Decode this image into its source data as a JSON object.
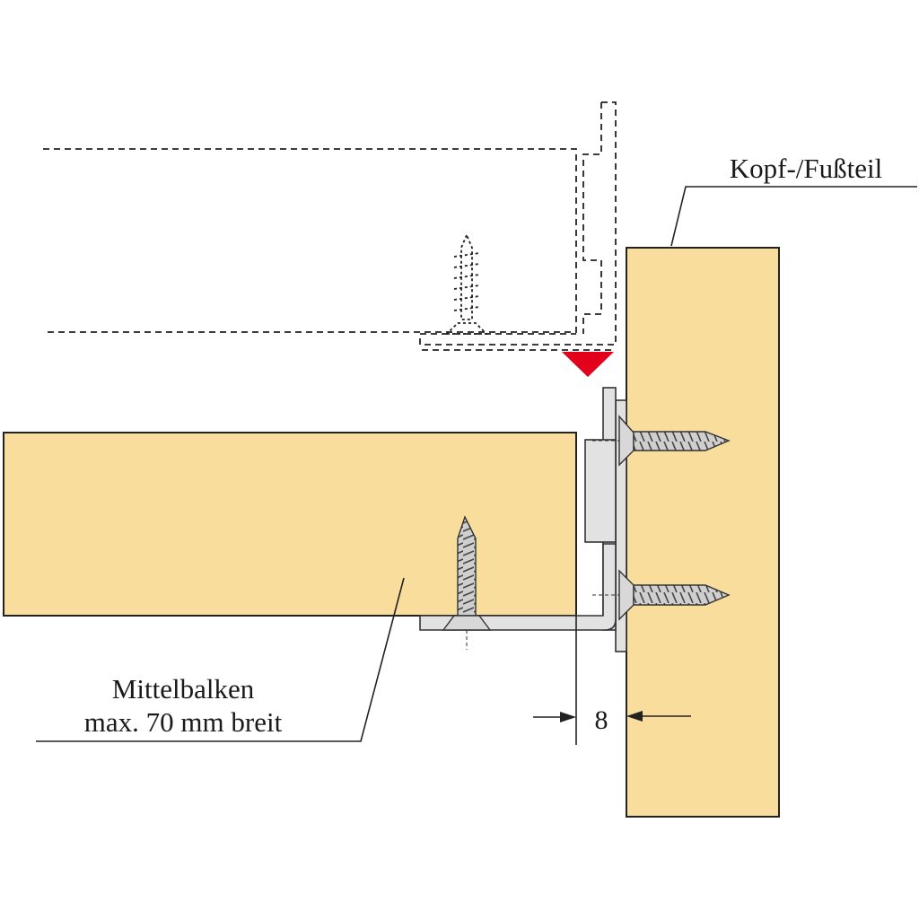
{
  "labels": {
    "head_foot_part": "Kopf-/Fußteil",
    "center_beam_line1": "Mittelbalken",
    "center_beam_line2": "max. 70 mm breit",
    "gap_dimension": "8"
  },
  "colors": {
    "wood": "#f9dd9c",
    "metal": "#e2e2e2",
    "marker": "#e3001b",
    "outline": "#222222"
  },
  "icons": {
    "insert_marker": "triangle-down-icon",
    "screw": "screw-icon"
  }
}
